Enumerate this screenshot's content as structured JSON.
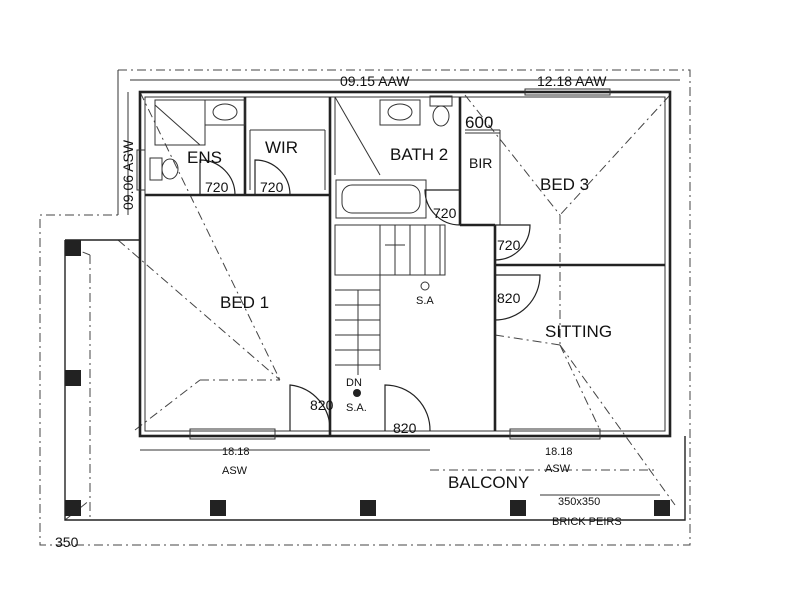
{
  "rooms": {
    "ens": "ENS",
    "wir": "WIR",
    "bath2": "BATH 2",
    "bir": "BIR",
    "bed3": "BED 3",
    "bed1": "BED 1",
    "sitting": "SITTING",
    "balcony": "BALCONY"
  },
  "dimensions": {
    "top_left": "09.15 AAW",
    "top_right": "12.18 AAW",
    "left_side": "09.06 ASW",
    "bir_width": "600",
    "bottom_left_num": "18.18",
    "bottom_left_unit": "ASW",
    "bottom_right_num": "18.18",
    "bottom_right_unit": "ASW",
    "corner": "350"
  },
  "doors": {
    "ens": "720",
    "wir": "720",
    "bath2": "720",
    "bed3": "720",
    "sitting": "820",
    "bed1": "820",
    "balcony": "820"
  },
  "annotations": {
    "sa_upper": "S.A",
    "sa_lower": "S.A.",
    "dn": "DN",
    "piers_size": "350x350",
    "piers_label": "BRICK PEIRS"
  }
}
